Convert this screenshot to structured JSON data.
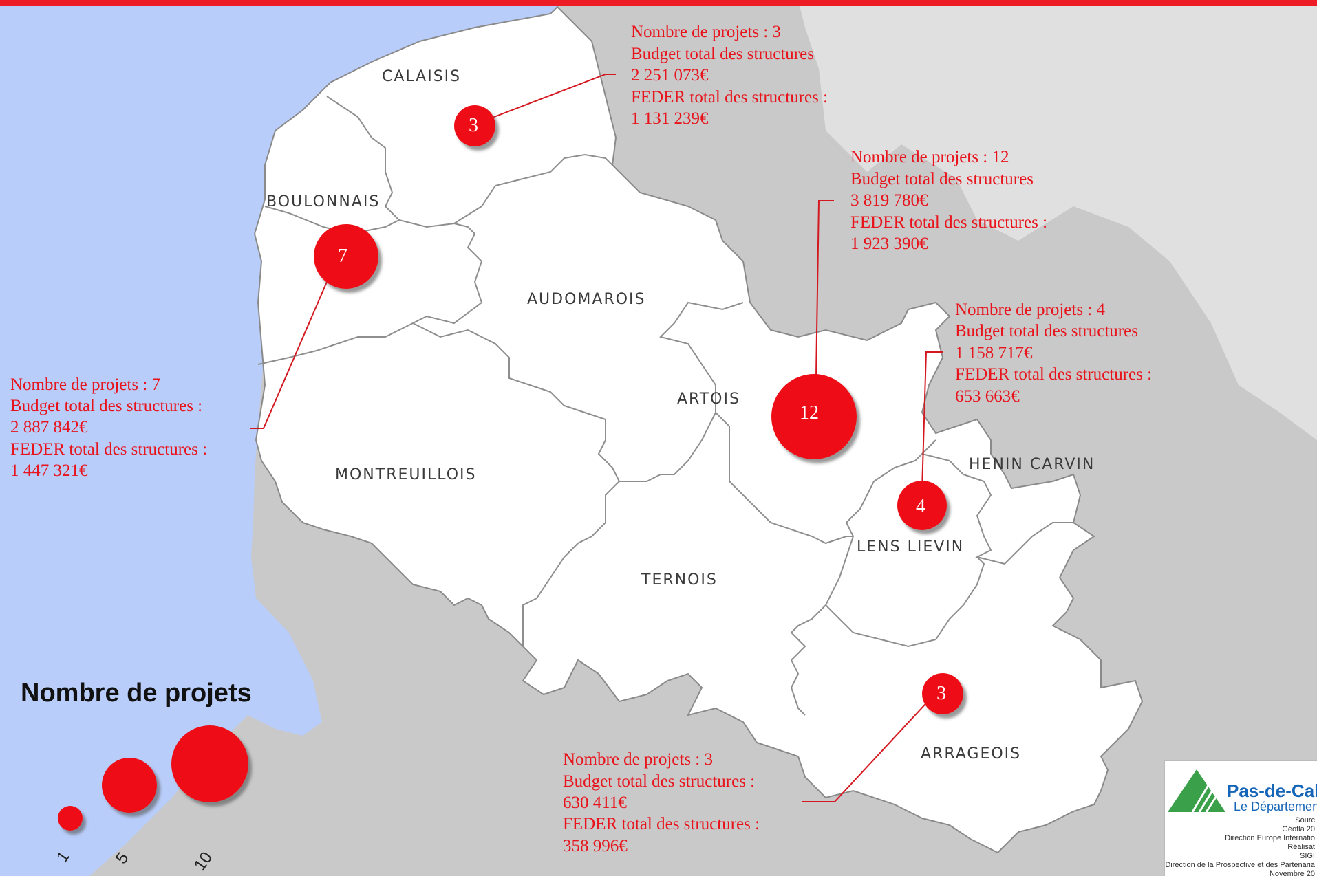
{
  "map": {
    "regions": [
      {
        "id": "calaisis",
        "label": "CALAISIS"
      },
      {
        "id": "boulonnais",
        "label": "BOULONNAIS"
      },
      {
        "id": "audomarois",
        "label": "AUDOMAROIS"
      },
      {
        "id": "artois",
        "label": "ARTOIS"
      },
      {
        "id": "montreuillois",
        "label": "MONTREUILLOIS"
      },
      {
        "id": "ternois",
        "label": "TERNOIS"
      },
      {
        "id": "henin-carvin",
        "label": "HENIN CARVIN"
      },
      {
        "id": "lens-lievin",
        "label": "LENS LIEVIN"
      },
      {
        "id": "arrageois",
        "label": "ARRAGEOIS"
      }
    ],
    "markers": [
      {
        "region": "calaisis",
        "count": "3",
        "lines": [
          "Nombre de projets : 3",
          "Budget total des structures",
          "2 251 073€",
          "FEDER total des structures :",
          "1 131 239€"
        ]
      },
      {
        "region": "boulonnais",
        "count": "7",
        "lines": [
          "Nombre de projets : 7",
          "Budget total des structures :",
          "2 887 842€",
          "FEDER total des structures :",
          "1 447 321€"
        ]
      },
      {
        "region": "artois",
        "count": "12",
        "lines": [
          "Nombre de projets : 12",
          "Budget total des structures",
          "3 819 780€",
          "FEDER total des structures :",
          "1 923 390€"
        ]
      },
      {
        "region": "lens-lievin",
        "count": "4",
        "lines": [
          "Nombre de projets : 4",
          "Budget total des structures",
          "1 158 717€",
          "FEDER total des structures :",
          "653 663€"
        ]
      },
      {
        "region": "arrageois",
        "count": "3",
        "lines": [
          "Nombre de projets : 3",
          "Budget total des structures :",
          "630 411€",
          "FEDER total des structures :",
          "358 996€"
        ]
      }
    ]
  },
  "legend": {
    "title": "Nombre de projets",
    "sizes": [
      "1",
      "5",
      "10"
    ]
  },
  "logo": {
    "name": "Pas-de-Calai",
    "subtitle": "Le Département",
    "credits": [
      "Sourc",
      "Géofla 20",
      "Direction Europe Internatio",
      "Réalisat",
      "SIGI",
      "Direction de la Prospective et des Partenaria",
      "Novembre 20"
    ]
  },
  "colors": {
    "sea": "#b9cdfa",
    "land_outside": "#c9c9c9",
    "land_inside": "#ffffff",
    "accent": "#e8131b",
    "top_bar": "#ee1c25",
    "logo_blue": "#1565b8",
    "logo_green": "#3aa04a"
  }
}
